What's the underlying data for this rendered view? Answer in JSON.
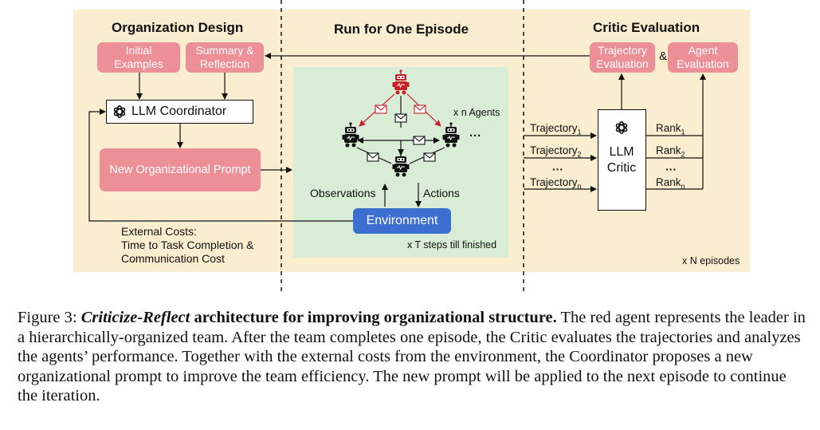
{
  "figure": {
    "sections": {
      "organization_design": "Organization Design",
      "run_episode": "Run for One Episode",
      "critic_evaluation": "Critic Evaluation"
    },
    "org": {
      "initial_examples": "Initial\nExamples",
      "summary_reflection": "Summary &\nReflection",
      "llm_coordinator": "LLM Coordinator",
      "new_prompt": "New Organizational Prompt",
      "external_costs": [
        "External Costs:",
        "Time to Task Completion &",
        "Communication Cost"
      ]
    },
    "run": {
      "n_agents": "x n Agents",
      "ellipsis": "···",
      "observations": "Observations",
      "actions": "Actions",
      "environment": "Environment",
      "t_steps": "x T steps till finished"
    },
    "critic": {
      "trajectory_eval": "Trajectory\nEvaluation",
      "ampersand": "&",
      "agent_eval": "Agent\nEvaluation",
      "llm_critic": [
        "LLM",
        "Critic"
      ],
      "trajectories": [
        {
          "base": "Trajectory",
          "sub": "1"
        },
        {
          "base": "Trajectory",
          "sub": "2"
        },
        {
          "base": "···",
          "sub": ""
        },
        {
          "base": "Trajectory",
          "sub": "n"
        }
      ],
      "ranks": [
        {
          "base": "Rank",
          "sub": "1"
        },
        {
          "base": "Rank",
          "sub": "2"
        },
        {
          "base": "···",
          "sub": ""
        },
        {
          "base": "Rank",
          "sub": "n"
        }
      ],
      "n_episodes": "x N episodes"
    },
    "colors": {
      "panel": "#fbeed0",
      "env_area": "#d8ecd6",
      "pink": "#ec8f96",
      "environment": "#3c6fd0",
      "leader": "#c8202a"
    }
  },
  "caption": {
    "label": "Figure 3: ",
    "title_italic": "Criticize-Reflect",
    "title_rest": " architecture for improving organizational structure.",
    "body": " The red agent represents the leader in a hierarchically-organized team. After the team completes one episode, the Critic evaluates the trajectories and analyzes the agents’ performance. Together with the external costs from the environment, the Coordinator proposes a new organizational prompt to improve the team efficiency. The new prompt will be applied to the next episode to continue the iteration."
  }
}
